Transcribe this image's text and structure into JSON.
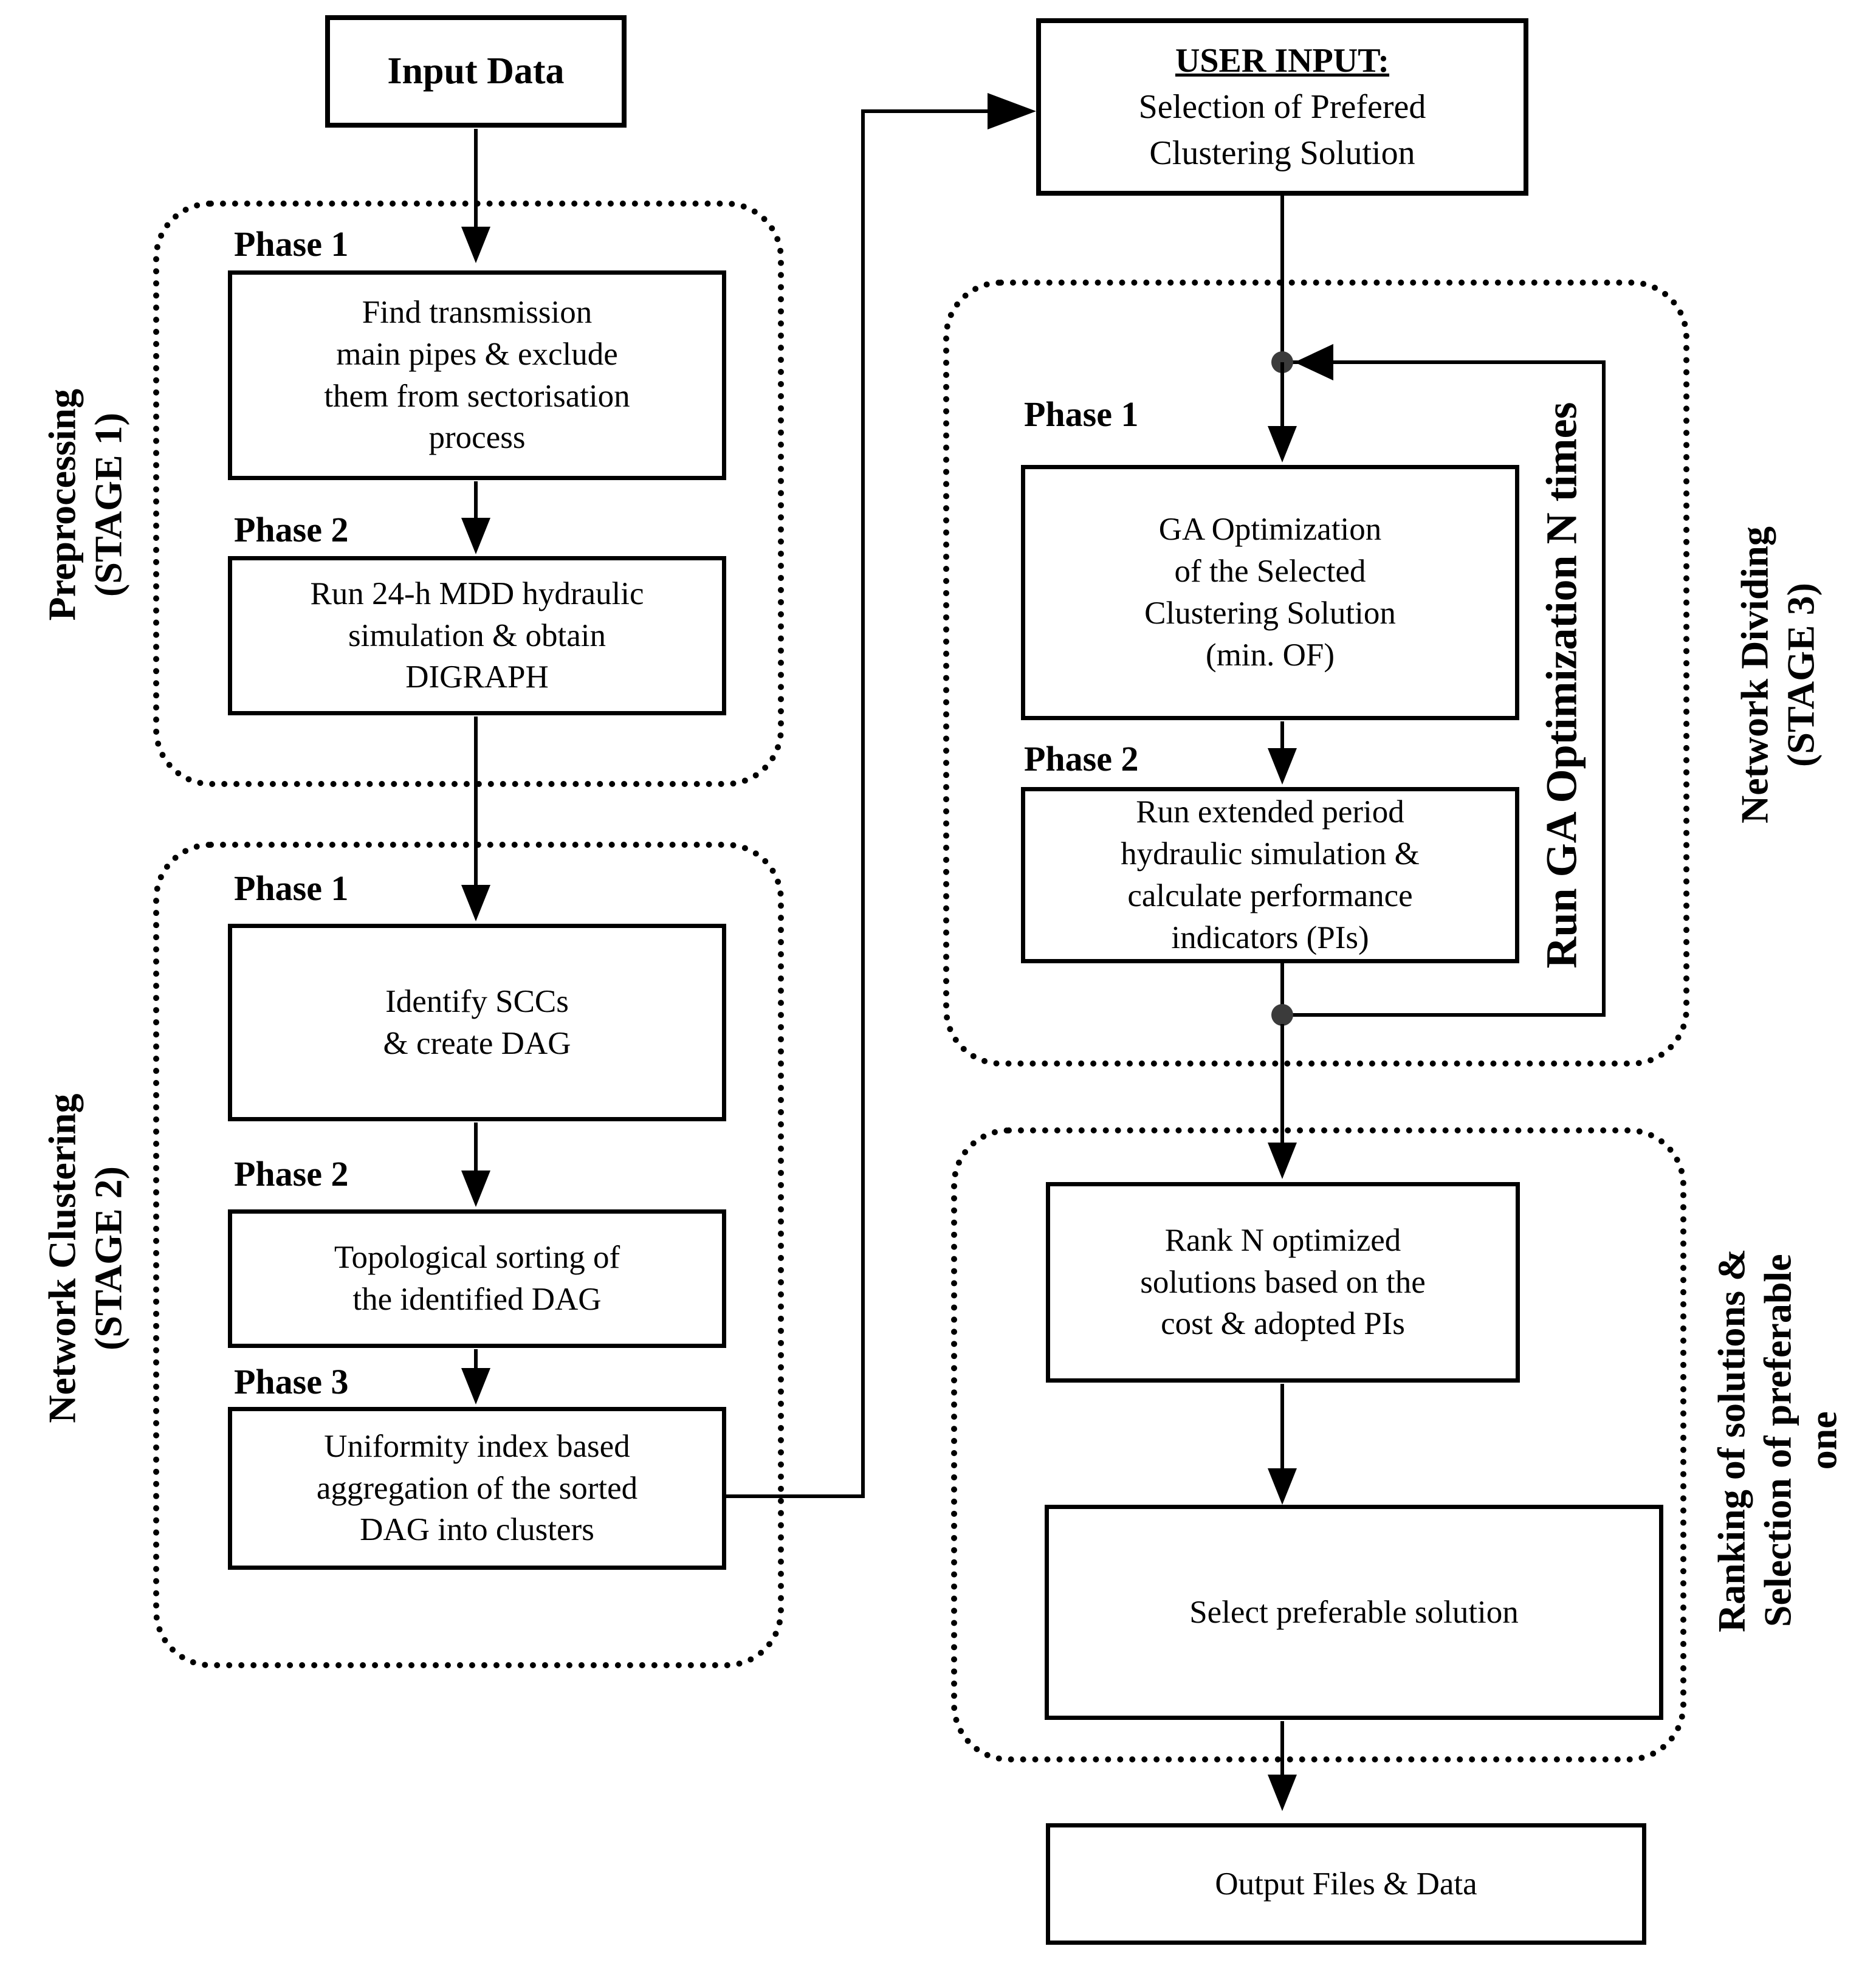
{
  "figure": {
    "input_box": "Input Data",
    "user_input_box": {
      "title": "USER INPUT:",
      "lines": [
        "Selection of Prefered",
        "Clustering Solution"
      ]
    },
    "stage1": {
      "side_label": [
        "Preprocessing",
        "(STAGE 1)"
      ],
      "phase1_label": "Phase 1",
      "phase1_box": [
        "Find transmission",
        "main pipes & exclude",
        "them from sectorisation",
        "process"
      ],
      "phase2_label": "Phase 2",
      "phase2_box": [
        "Run 24-h MDD hydraulic",
        "simulation & obtain",
        "DIGRAPH"
      ]
    },
    "stage2": {
      "side_label": [
        "Network Clustering",
        "(STAGE 2)"
      ],
      "phase1_label": "Phase 1",
      "phase1_box": [
        "Identify SCCs",
        "& create DAG"
      ],
      "phase2_label": "Phase 2",
      "phase2_box": [
        "Topological sorting of",
        "the identified DAG"
      ],
      "phase3_label": "Phase 3",
      "phase3_box": [
        "Uniformity index based",
        "aggregation of the sorted",
        "DAG into clusters"
      ]
    },
    "stage3": {
      "side_label": [
        "Network Dividing",
        "(STAGE 3)"
      ],
      "loop_label": "Run GA Optimization N times",
      "phase1_label": "Phase 1",
      "phase1_box": [
        "GA Optimization",
        "of the Selected",
        "Clustering Solution",
        "(min. OF)"
      ],
      "phase2_label": "Phase 2",
      "phase2_box": [
        "Run extended period",
        "hydraulic simulation &",
        "calculate performance",
        "indicators (PIs)"
      ]
    },
    "stage4": {
      "side_label": [
        "Ranking of solutions &",
        "Selection of preferable",
        "one"
      ],
      "rank_box": [
        "Rank N optimized",
        "solutions based on the",
        "cost & adopted PIs"
      ],
      "select_box": "Select preferable solution"
    },
    "output_box": "Output Files & Data"
  }
}
